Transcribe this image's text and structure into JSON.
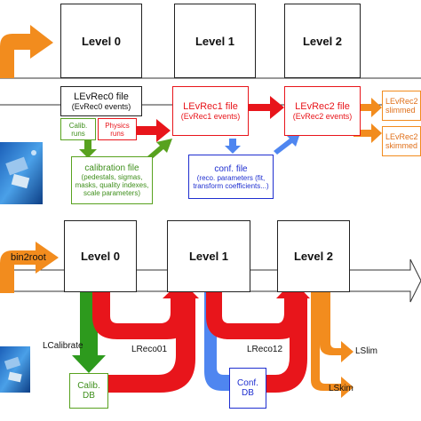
{
  "top": {
    "levels": [
      "Level 0",
      "Level 1",
      "Level 2"
    ],
    "files": {
      "lev0": {
        "title": "LEvRec0 file",
        "sub": "(EvRec0 events)"
      },
      "lev1": {
        "title": "LEvRec1 file",
        "sub": "(EvRec1 events)"
      },
      "lev2": {
        "title": "LEvRec2 file",
        "sub": "(EvRec2 events)"
      }
    },
    "calib_runs": "Calib. runs",
    "physics_runs": "Physics runs",
    "calibration_file": {
      "title": "calibration file",
      "sub": "(pedestals, sigmas, masks, quality indexes, scale parameters)"
    },
    "conf_file": {
      "title": "conf. file",
      "sub": "(reco. parameters (fit, transform coefficients...)"
    },
    "slimmed": {
      "title": "LEvRec2",
      "sub": "slimmed"
    },
    "skimmed": {
      "title": "LEvRec2",
      "sub": "skimmed"
    }
  },
  "bottom": {
    "levels": [
      "Level 0",
      "Level 1",
      "Level 2"
    ],
    "bin2root": "bin2root",
    "lcalibrate": "LCalibrate",
    "lreco01": "LReco01",
    "lreco12": "LReco12",
    "lslim": "LSlim",
    "lskim": "LSkim",
    "calib_db": {
      "line1": "Calib.",
      "line2": "DB"
    },
    "conf_db": {
      "line1": "Conf.",
      "line2": "DB"
    }
  },
  "colors": {
    "orange": "#f28c1e",
    "red": "#e8151b",
    "green": "#58a21f",
    "blue": "#4f86f0",
    "calib_text": "#3f8f1c",
    "conf_text": "#1f2fd0"
  }
}
